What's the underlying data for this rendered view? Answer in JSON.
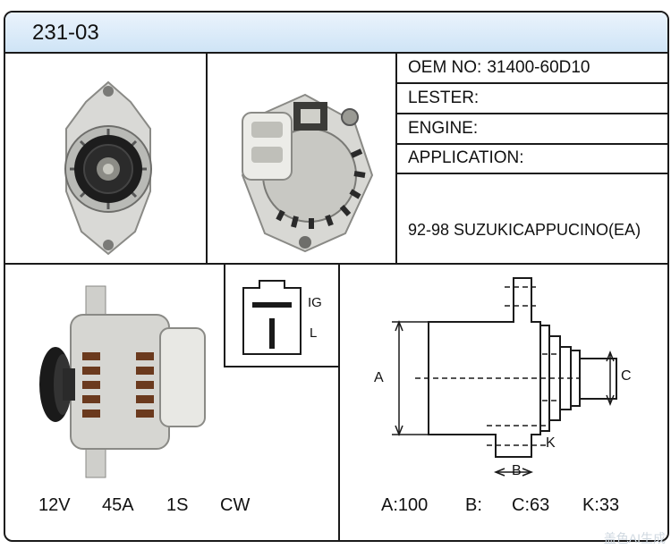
{
  "header": {
    "part_number": "231-03"
  },
  "info": {
    "oem_label": "OEM NO:",
    "oem_value": "31400-60D10",
    "lester_label": "LESTER:",
    "lester_value": "",
    "engine_label": "ENGINE:",
    "engine_value": "",
    "application_label": "APPLICATION:",
    "application_value": "92-98 SUZUKICAPPUCINO(EA)"
  },
  "connector": {
    "ig_label": "IG",
    "l_label": "L"
  },
  "specs": {
    "voltage": "12V",
    "amperage": "45A",
    "pulley": "1S",
    "rotation": "CW"
  },
  "dimensions": {
    "a": "A:100",
    "b": "B:",
    "c": "C:63",
    "k": "K:33",
    "diagram_labels": {
      "a": "A",
      "b": "B",
      "c": "C",
      "k": "K"
    }
  },
  "watermark": "盖色AI生成"
}
